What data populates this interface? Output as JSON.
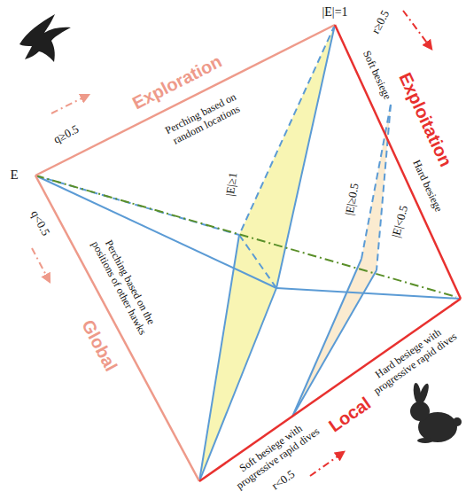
{
  "diagram": {
    "labels": [
      "|E|=1",
      "r≥0.5",
      "Exploration",
      "Exploitation",
      "Soft besiege",
      "q≥0.5",
      "E",
      "Perching based on random locations",
      "|E|≥1",
      "Hard besiege",
      "|E|≥0.5",
      "|E|<0.5",
      "q<0.5",
      "Perching based on the positions of other hawks",
      "Global",
      "Hard besiege with progressive rapid dives",
      "Local",
      "Soft besiege with progressive rapid dives",
      "r<0.5"
    ]
  }
}
